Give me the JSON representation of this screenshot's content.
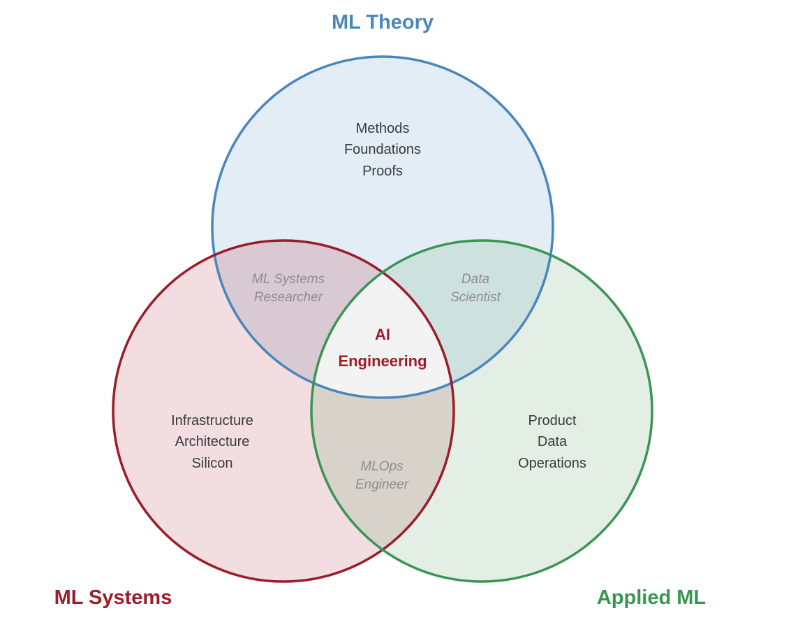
{
  "sets": {
    "ml_theory": {
      "title": "ML Theory",
      "items": [
        "Methods",
        "Foundations",
        "Proofs"
      ],
      "color": "#4a86be",
      "fill": "#e3edf6"
    },
    "ml_systems": {
      "title": "ML Systems",
      "items": [
        "Infrastructure",
        "Architecture",
        "Silicon"
      ],
      "color": "#9b1c2b",
      "fill": "#f2dde0"
    },
    "applied_ml": {
      "title": "Applied ML",
      "items": [
        "Product",
        "Data",
        "Operations"
      ],
      "color": "#3a9553",
      "fill": "#e3efe4"
    }
  },
  "overlaps": {
    "theory_systems": [
      "ML Systems",
      "Researcher"
    ],
    "theory_applied": [
      "Data",
      "Scientist"
    ],
    "systems_applied": [
      "MLOps",
      "Engineer"
    ]
  },
  "center": [
    "AI",
    "Engineering"
  ],
  "colors": {
    "theory_systems_fill": "#d9c9d3",
    "theory_applied_fill": "#cde2de",
    "systems_applied_fill": "#d7d2ca",
    "center_fill": "#f3f3f3"
  }
}
